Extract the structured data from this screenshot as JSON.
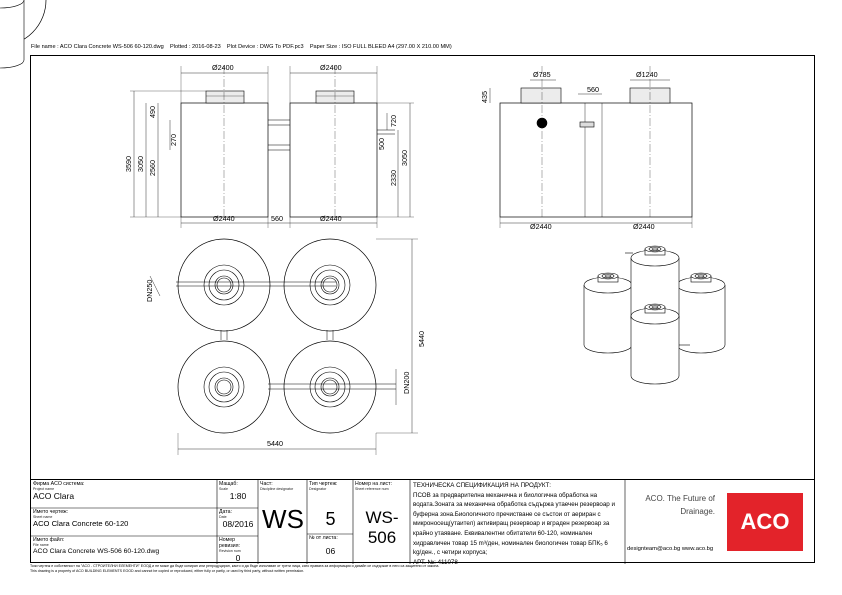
{
  "header": {
    "file_name": "File name : ACO Clara Concrete WS-506 60-120.dwg",
    "plotted": "Plotted : 2016-08-23",
    "plot_device": "Plot Device : DWG To PDF.pc3",
    "paper_size": "Paper Size : ISO FULL BLEED A4 (297.00 X 210.00 MM)"
  },
  "dimensions": {
    "front_d1": "Ø2400",
    "front_d2": "Ø2400",
    "front_b1": "Ø2440",
    "front_gap": "560",
    "front_b2": "Ø2440",
    "h3590": "3590",
    "h3050a": "3050",
    "h2560": "2560",
    "h490": "490",
    "h270": "270",
    "h720": "720",
    "h500": "500",
    "h3050b": "3050",
    "h2330": "2330",
    "side_d785": "Ø785",
    "side_d1240": "Ø1240",
    "side_435": "435",
    "side_560": "560",
    "side_b1": "Ø2440",
    "side_b2": "Ø2440",
    "plan_dn250": "DN250",
    "plan_dn200": "DN200",
    "plan_5440_v": "5440",
    "plan_5440_h": "5440"
  },
  "title_block": {
    "company_label": "Фирма ACO система:",
    "company_sub": "Project name",
    "company": "ACO Clara",
    "drawing_label": "Името чертеж:",
    "drawing_sub": "Sheet name",
    "drawing": "ACO Clara Concrete 60-120",
    "file_label": "Името файл:",
    "file_sub": "File name",
    "file": "ACO Clara Concrete WS-506 60-120.dwg",
    "scale_label": "Мащаб:",
    "scale_sub": "Scale",
    "scale": "1:80",
    "date_label": "Дата:",
    "date_sub": "Date",
    "date": "08/2016",
    "rev_label": "Номер ревизия:",
    "rev_sub": "Revision num",
    "rev": "0",
    "part_label": "Част:",
    "part_sub": "Discipline designator",
    "part": "WS",
    "type_label": "Тип чертеж:",
    "type_sub": "Designator",
    "type": "5",
    "sheetno_label": "№ от листа:",
    "sheetno": "06",
    "sheet_label": "Номер на лист:",
    "sheet_sub": "Sheet reference num",
    "sheet": "WS-506",
    "spec_title": "ТЕХНИЧЕСКА СПЕЦИФИКАЦИЯ НА ПРОДУКТ:",
    "spec_lines": [
      "ПСОВ за предварителна механична и биологична обработка на",
      "водата.Зоната за механична обработка съдържа утаечен резервоар и",
      "буферна зона.Биологичното пречистване се състои от аериран с",
      "микроносещ(утаител) активиращ резервоар и вграден резервоар за",
      "крайно утаяване. Еквивалентни обитатели 60-120, номинален",
      "хидравличен товар 15 m³/ден, номинален биологичен товар БПК₅ 6",
      "kg/ден., с четири корпуса;",
      "АРТ. №: 411078"
    ],
    "brand_line1": "ACO. The Future of",
    "brand_line2": "Drainage.",
    "contact": "designteam@aco.bg   www.aco.bg",
    "logo": "ACO"
  },
  "footer": {
    "line1": "Този чертеж е собственост на \"ACO - СТРОИТЕЛНИ ЕЛЕМЕНТИ\" ЕООД и не може да бъде копиран или репродуциран, както и да бъде използван от трети лица, като правата за информация и дизайн се съдържат в него са защитени от закона.",
    "line2": "This drawing is a property of ACO BUILDING ELEMENTS EOOD and cannot be copied or reproduced, either fully or partly, or used by third party, without written permission."
  }
}
